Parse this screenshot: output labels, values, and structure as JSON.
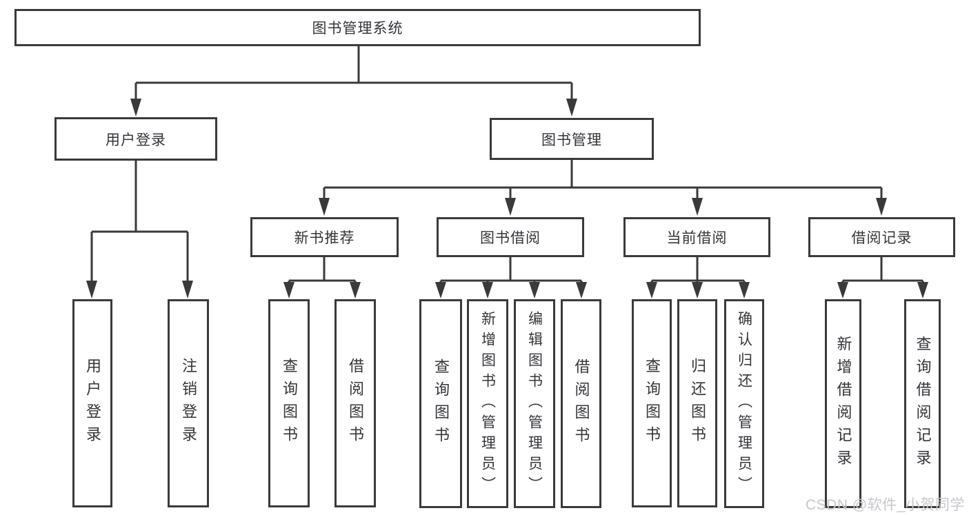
{
  "tree": {
    "root": "图书管理系统",
    "branches": [
      {
        "label": "用户登录",
        "children": [
          "用户登录",
          "注销登录"
        ]
      },
      {
        "label": "图书管理",
        "groups": [
          {
            "label": "新书推荐",
            "children": [
              "查询图书",
              "借阅图书"
            ]
          },
          {
            "label": "图书借阅",
            "children": [
              "查询图书",
              "新增图书（管理员）",
              "编辑图书（管理员）",
              "借阅图书"
            ]
          },
          {
            "label": "当前借阅",
            "children": [
              "查询图书",
              "归还图书",
              "确认归还（管理员）"
            ]
          },
          {
            "label": "借阅记录",
            "children": [
              "新增借阅记录",
              "查询借阅记录"
            ]
          }
        ]
      }
    ]
  },
  "watermark": {
    "text": "CSDN @软件_小贺同学"
  },
  "colors": {
    "line": "#3a3a3a",
    "border": "#3a3a3a",
    "text": "#34343a",
    "background": "#ffffff",
    "watermark": "#c7c7cc"
  }
}
